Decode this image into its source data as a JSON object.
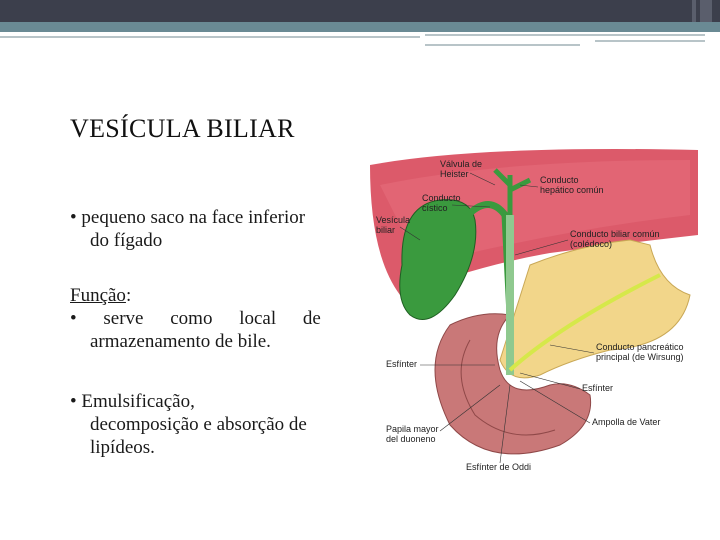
{
  "title": "VESÍCULA BILIAR",
  "bullet1": [
    "• pequeno saco na face inferior",
    "do fígado"
  ],
  "funcao_label": "Função",
  "funcao_colon": ":",
  "bullet2": [
    "• serve como local de",
    "armazenamento de bile."
  ],
  "bullet3": [
    "• Emulsificação,",
    "decomposição e absorção de",
    "lipídeos."
  ],
  "diagram_labels": {
    "valvula": [
      "Válvula de",
      "Heister"
    ],
    "conducto_hepatico": [
      "Conducto",
      "hepático común"
    ],
    "conducto_cistico": [
      "Conducto",
      "cístico"
    ],
    "vesicula": [
      "Vesícula",
      "biliar"
    ],
    "conducto_biliar": [
      "Conducto biliar común",
      "(colédoco)"
    ],
    "esfinter1": "Esfínter",
    "conducto_pancreatico": [
      "Conducto pancreático",
      "principal (de Wirsung)"
    ],
    "esfinter2": "Esfínter",
    "papila": [
      "Papila mayor",
      "del duoneno"
    ],
    "ampolla": "Ampolla de Vater",
    "esfinter_oddi": "Esfínter de Oddi"
  },
  "colors": {
    "liver": "#d8485a",
    "gallbladder": "#3a9a3e",
    "pancreas": "#f2d68a",
    "duodenum": "#c97878",
    "accent": "#6a8a94"
  }
}
